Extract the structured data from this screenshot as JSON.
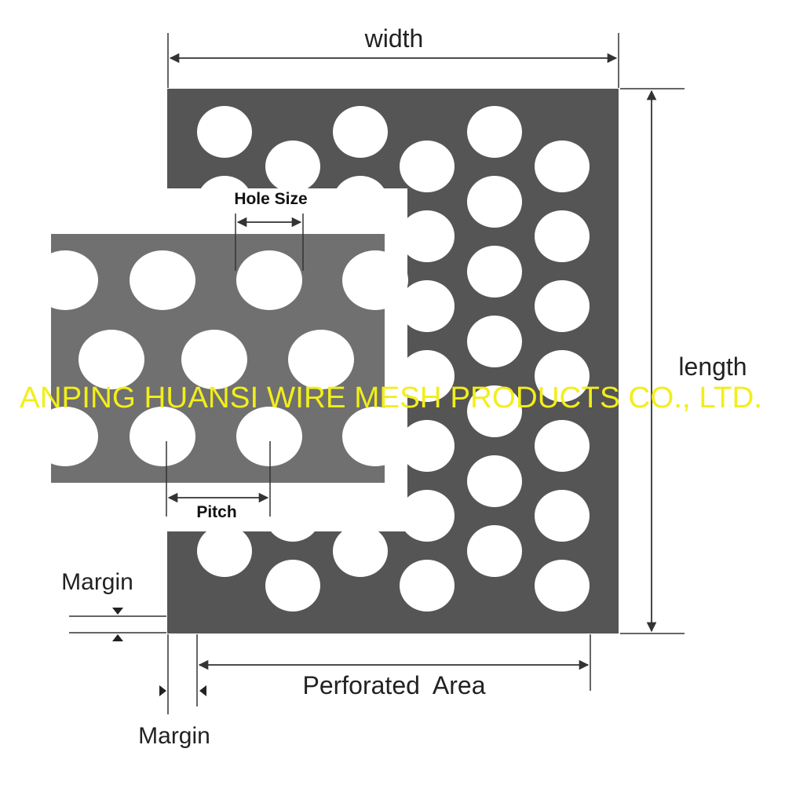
{
  "labels": {
    "width": "width",
    "length": "length",
    "hole_size": "Hole Size",
    "pitch": "Pitch",
    "margin_top": "Margin",
    "margin_bottom": "Margin",
    "perforated_area": "Perforated  Area"
  },
  "watermark": "ANPING HUANSI WIRE MESH PRODUCTS CO., LTD.",
  "colors": {
    "sheet": "#555555",
    "inset": "#707070",
    "hole": "#ffffff",
    "line": "#333333",
    "watermark": "#f2ee1a"
  }
}
